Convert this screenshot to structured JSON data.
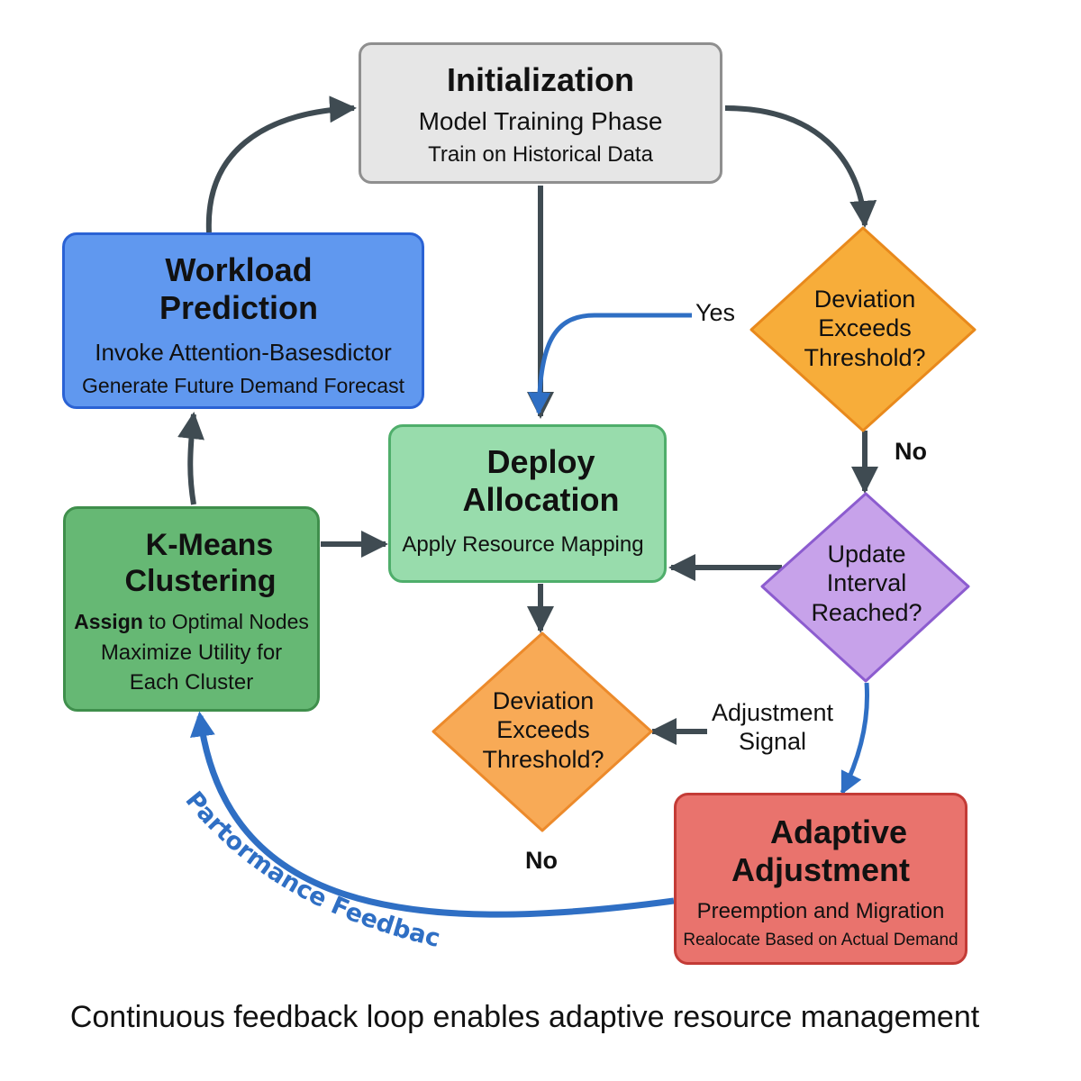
{
  "nodes": {
    "initialization": {
      "title": "Initialization",
      "line1": "Model Training Phase",
      "line2": "Train on Historical Data",
      "fill": "#e6e6e6",
      "border": "#8f8f8f"
    },
    "workload_prediction": {
      "title_line1": "Workload",
      "title_line2": "Prediction",
      "line1": "Invoke Attention-Basesdictor",
      "line2": "Generate Future Demand Forecast",
      "fill": "#6098ef",
      "border": "#2a62d4"
    },
    "kmeans": {
      "title_line1": "K-Means",
      "title_line2": "Clustering",
      "line1_bold": "Assign",
      "line1_rest": " to Optimal Nodes",
      "line2": "Maximize Utility for",
      "line3": "Each Cluster",
      "fill": "#66b874",
      "border": "#3f8f4c"
    },
    "deploy": {
      "title_line1": "Deploy",
      "title_line2": "Allocation",
      "line1": "Apply Resource Mapping",
      "fill": "#98dcac",
      "border": "#4fae6b"
    },
    "adaptive": {
      "title_line1": "Adaptive",
      "title_line2": "Adjustment",
      "line1": "Preemption and Migration",
      "line2": "Realocate Based on Actual Demand",
      "fill": "#e9736d",
      "border": "#c33b36"
    }
  },
  "decisions": {
    "deviation_right": {
      "line1": "Deviation",
      "line2": "Exceeds",
      "line3": "Threshold?",
      "fill": "#f7ad3a",
      "border": "#e8891c"
    },
    "update_interval": {
      "line1": "Update",
      "line2": "Interval",
      "line3": "Reached?",
      "fill": "#c7a2ea",
      "border": "#8c5ccf"
    },
    "deviation_bottom": {
      "line1": "Deviation",
      "line2": "Exceeds",
      "line3": "Threshold?",
      "fill": "#f8aa56",
      "border": "#ec8a2b"
    }
  },
  "edge_labels": {
    "yes": "Yes",
    "no_right": "No",
    "no_bottom": "No",
    "adjustment_line1": "Adjustment",
    "adjustment_line2": "Signal",
    "feedback": "Partormance Feedback"
  },
  "caption": "Continuous feedback loop enables adaptive resource management",
  "colors": {
    "arrow_dark": "#3f4b52",
    "arrow_blue": "#2f6fc4",
    "feedback_text": "#2f6fc4"
  }
}
